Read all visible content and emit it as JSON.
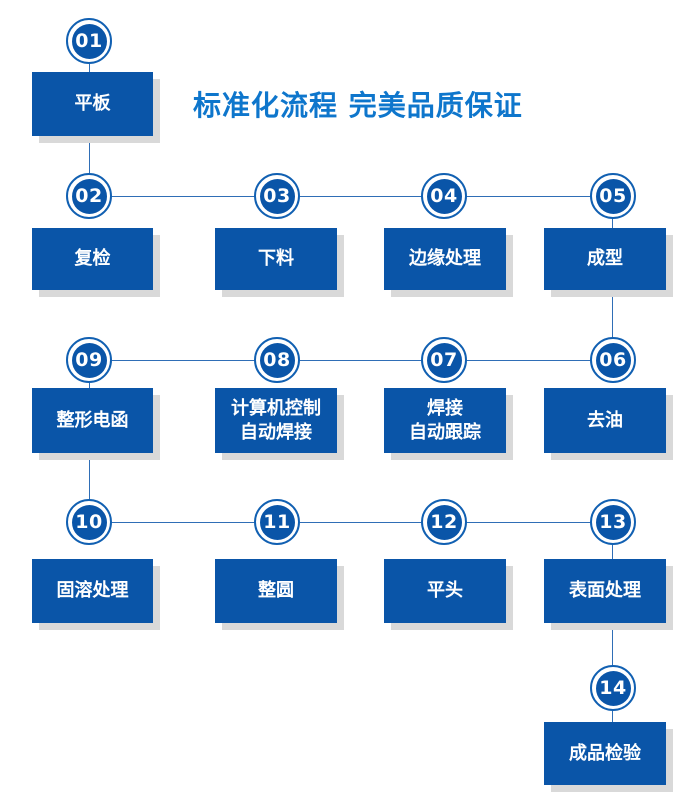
{
  "title": "标准化流程 完美品质保证",
  "colors": {
    "node_blue": "#0a55a8",
    "ring_blue": "#1160b2",
    "line_blue": "#2f6eb6",
    "title_blue": "#0e76cc",
    "shadow_gray": "#d9d9d9",
    "text_white": "#ffffff"
  },
  "steps": [
    {
      "num": "01",
      "label": "平板"
    },
    {
      "num": "02",
      "label": "复检"
    },
    {
      "num": "03",
      "label": "下料"
    },
    {
      "num": "04",
      "label": "边缘处理"
    },
    {
      "num": "05",
      "label": "成型"
    },
    {
      "num": "06",
      "label": "去油"
    },
    {
      "num": "07",
      "label": "焊接\n自动跟踪"
    },
    {
      "num": "08",
      "label": "计算机控制\n自动焊接"
    },
    {
      "num": "09",
      "label": "整形电函"
    },
    {
      "num": "10",
      "label": "固溶处理"
    },
    {
      "num": "11",
      "label": "整圆"
    },
    {
      "num": "12",
      "label": "平头"
    },
    {
      "num": "13",
      "label": "表面处理"
    },
    {
      "num": "14",
      "label": "成品检验"
    }
  ]
}
